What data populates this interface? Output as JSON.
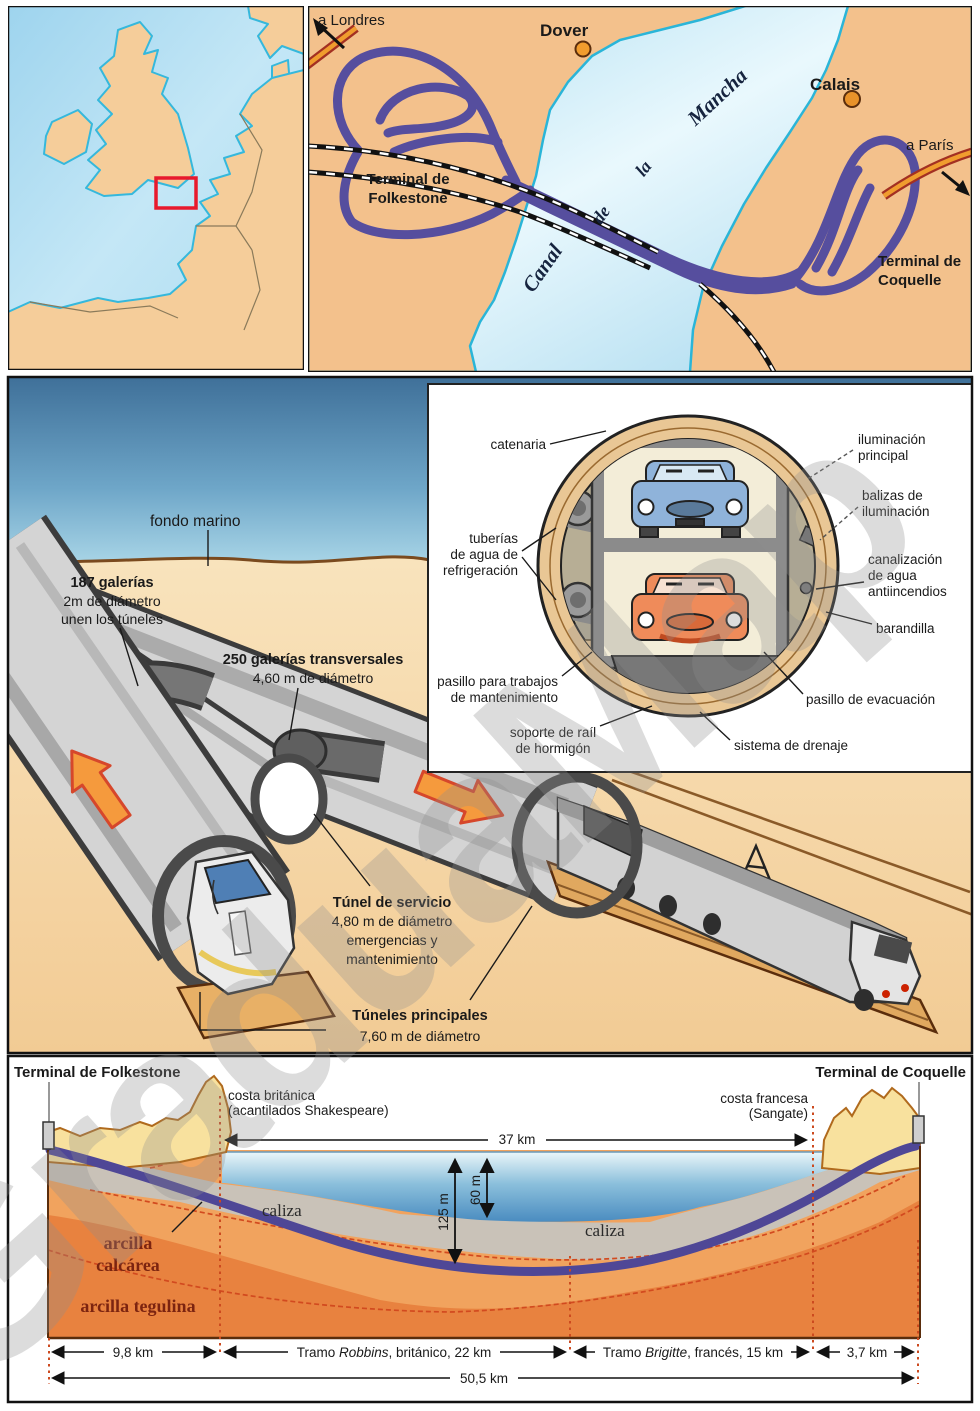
{
  "colors": {
    "tunnel_purple": "#564e9e",
    "land_tan": "#f3c18c",
    "sea_light": "#bfe6f4",
    "accent_orange": "#f09c2e",
    "arrow_orange": "#f59a3d",
    "highlight_red": "#e8192c",
    "caliza_gray": "#c9c2b8",
    "arcilla_calcarea_orange": "#f1a35e",
    "arcilla_tegulina_orange": "#e8823f",
    "hill_yellow": "#f8e19e",
    "watermark_gray": "#8f8f8f"
  },
  "watermark": "GraduaMap",
  "route_map": {
    "a_londres": "a Londres",
    "dover": "Dover",
    "calais": "Calais",
    "a_paris": "a París",
    "terminal_uk_1": "Terminal de",
    "terminal_uk_2": "Folkestone",
    "terminal_fr_1": "Terminal de",
    "terminal_fr_2": "Coquelle",
    "canal_1": "Canal",
    "canal_2": "de",
    "canal_3": "la",
    "canal_4": "Mancha"
  },
  "scene": {
    "fondo_marino": "fondo marino",
    "g187_1": "187 galerías",
    "g187_2": "2m de diámetro",
    "g187_3": "unen los túneles",
    "g250_1": "250 galerías transversales",
    "g250_2": "4,60 m de diámetro",
    "service_1": "Túnel de servicio",
    "service_2": "4,80 m de diámetro",
    "service_3": "emergencias y",
    "service_4": "mantenimiento",
    "main_1": "Túneles principales",
    "main_2": "7,60 m de diámetro"
  },
  "section": {
    "catenaria": "catenaria",
    "ilum_1": "iluminación",
    "ilum_2": "principal",
    "balizas_1": "balizas de",
    "balizas_2": "iluminación",
    "canal_agua_1": "canalización",
    "canal_agua_2": "de agua",
    "canal_agua_3": "antiincendios",
    "barandilla": "barandilla",
    "evacuacion": "pasillo de evacuación",
    "drenaje": "sistema de drenaje",
    "soporte_1": "soporte de raíl",
    "soporte_2": "de hormigón",
    "mantenimiento_1": "pasillo para trabajos",
    "mantenimiento_2": "de mantenimiento",
    "tuberias_1": "tuberías",
    "tuberias_2": "de agua de",
    "tuberias_3": "refrigeración"
  },
  "profile": {
    "terminal_uk": "Terminal de Folkestone",
    "terminal_fr": "Terminal de Coquelle",
    "coast_uk_1": "costa británica",
    "coast_uk_2": "(acantilados Shakespeare)",
    "coast_fr_1": "costa francesa",
    "coast_fr_2": "(Sangate)",
    "d37": "37 km",
    "d125": "125 m",
    "d60": "60 m",
    "caliza_left": "caliza",
    "caliza_right": "caliza",
    "arc_cal_1": "arcilla",
    "arc_cal_2": "calcárea",
    "arc_teg": "arcilla tegulina",
    "seg1": "9,8 km",
    "seg2_a": "Tramo ",
    "seg2_b": "Robbins",
    "seg2_c": ", británico, 22 km",
    "seg3_a": "Tramo ",
    "seg3_b": "Brigitte",
    "seg3_c": ", francés, 15 km",
    "seg4": "3,7 km",
    "total": "50,5 km"
  }
}
